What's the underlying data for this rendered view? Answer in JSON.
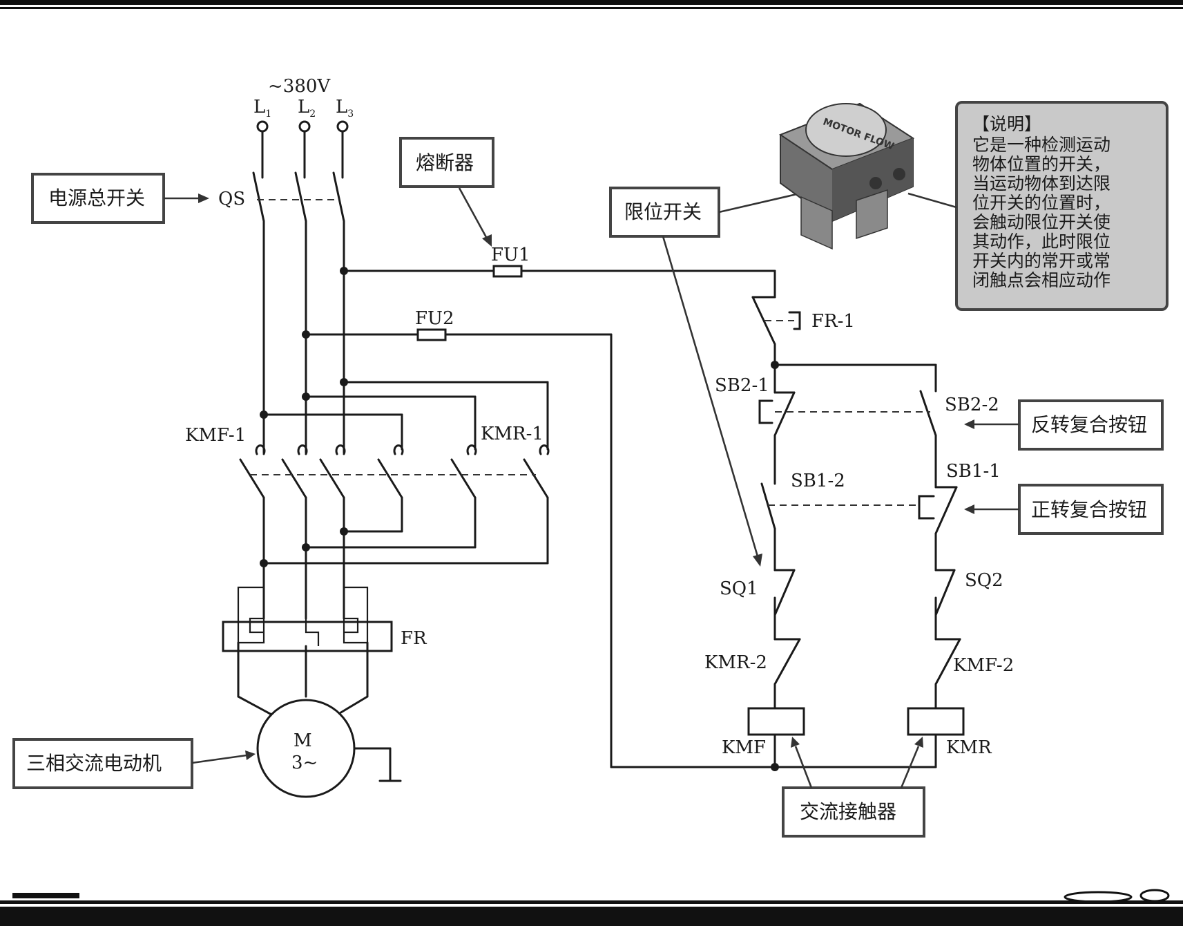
{
  "supply": {
    "voltage": "~380V",
    "phases": [
      "L",
      "L",
      "L"
    ],
    "phase_subs": [
      "1",
      "2",
      "3"
    ]
  },
  "callouts": {
    "main_switch": "电源总开关",
    "fuse": "熔断器",
    "limit_switch": "限位开关",
    "reverse_button": "反转复合按钮",
    "forward_button": "正转复合按钮",
    "motor": "三相交流电动机",
    "contactor": "交流接触器"
  },
  "labels": {
    "qs": "QS",
    "fu1": "FU1",
    "fu2": "FU2",
    "kmf1": "KMF-1",
    "kmr1": "KMR-1",
    "fr": "FR",
    "fr1": "FR-1",
    "sb21": "SB2-1",
    "sb22": "SB2-2",
    "sb12": "SB1-2",
    "sb11": "SB1-1",
    "sq1": "SQ1",
    "sq2": "SQ2",
    "kmr2": "KMR-2",
    "kmf2": "KMF-2",
    "kmf": "KMF",
    "kmr": "KMR",
    "motor_m": "M",
    "motor_phase": "3~"
  },
  "note": {
    "title": "【说明】",
    "lines": [
      "它是一种检测运动",
      "物体位置的开关，",
      "当运动物体到达限",
      "位开关的位置时，",
      "会触动限位开关使",
      "其动作，此时限位",
      "开关内的常开或常",
      "闭触点会相应动作"
    ]
  },
  "device_photo_text": "MOTOR FLOW"
}
